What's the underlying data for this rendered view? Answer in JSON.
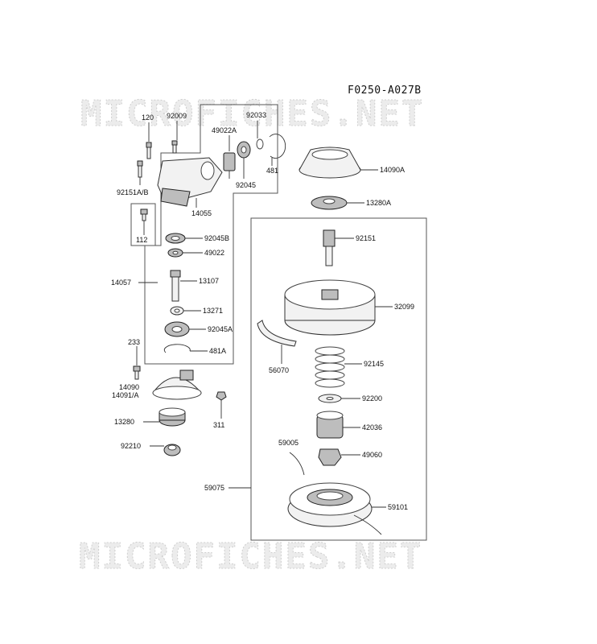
{
  "diagram_code": "F0250-A027B",
  "watermarks": [
    "MICROFICHES.NET",
    "MICROFICHES.NET"
  ],
  "labels": {
    "p120": "120",
    "p92009": "92009",
    "p92033": "92033",
    "p49022A": "49022A",
    "p481top": "481",
    "p92045": "92045",
    "p92151AB": "92151A/B",
    "p14055": "14055",
    "p112": "112",
    "p92045B": "92045B",
    "p49022": "49022",
    "p14057": "14057",
    "p13107": "13107",
    "p13271": "13271",
    "p92045A": "92045A",
    "p481A": "481A",
    "p233": "233",
    "p14090": "14090",
    "p14091A": "14091/A",
    "p311": "311",
    "p13280": "13280",
    "p92210": "92210",
    "p14090A": "14090A",
    "p13280A": "13280A",
    "p92151": "92151",
    "p32099": "32099",
    "p56070": "56070",
    "p92145": "92145",
    "p92200": "92200",
    "p42036": "42036",
    "p59005": "59005",
    "p49060": "49060",
    "p59075": "59075",
    "p59101": "59101"
  }
}
